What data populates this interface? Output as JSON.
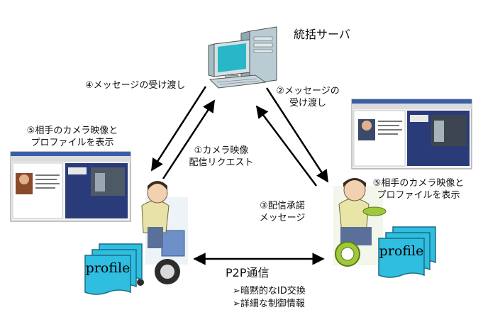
{
  "server": {
    "label": "統括サーバ"
  },
  "steps": {
    "step1": [
      "①カメラ映像",
      "配信リクエスト"
    ],
    "step2": [
      "②メッセージの",
      "受け渡し"
    ],
    "step3": [
      "③配信承諾",
      "メッセージ"
    ],
    "step4": [
      "④メッセージの受け渡し"
    ],
    "step5_left": [
      "⑤相手のカメラ映像と",
      "プロファイルを表示"
    ],
    "step5_right": [
      "⑤相手のカメラ映像と",
      "プロファイルを表示"
    ]
  },
  "p2p": {
    "title": "P2P通信",
    "bullets": [
      "➢暗黙的なID交換",
      "➢詳細な制御情報"
    ]
  },
  "profile_card_left": "profile",
  "profile_card_right": "profile",
  "colors": {
    "arrow": "#000000",
    "monitor_screen": "#29b6c6",
    "computer_body": "#c8d8dd",
    "card_fill": "#2fbde0",
    "wheelchair_blue": "#6f8fc9",
    "wheelchair_green": "#9fc83a",
    "screen_dark": "#2a3b7a"
  }
}
